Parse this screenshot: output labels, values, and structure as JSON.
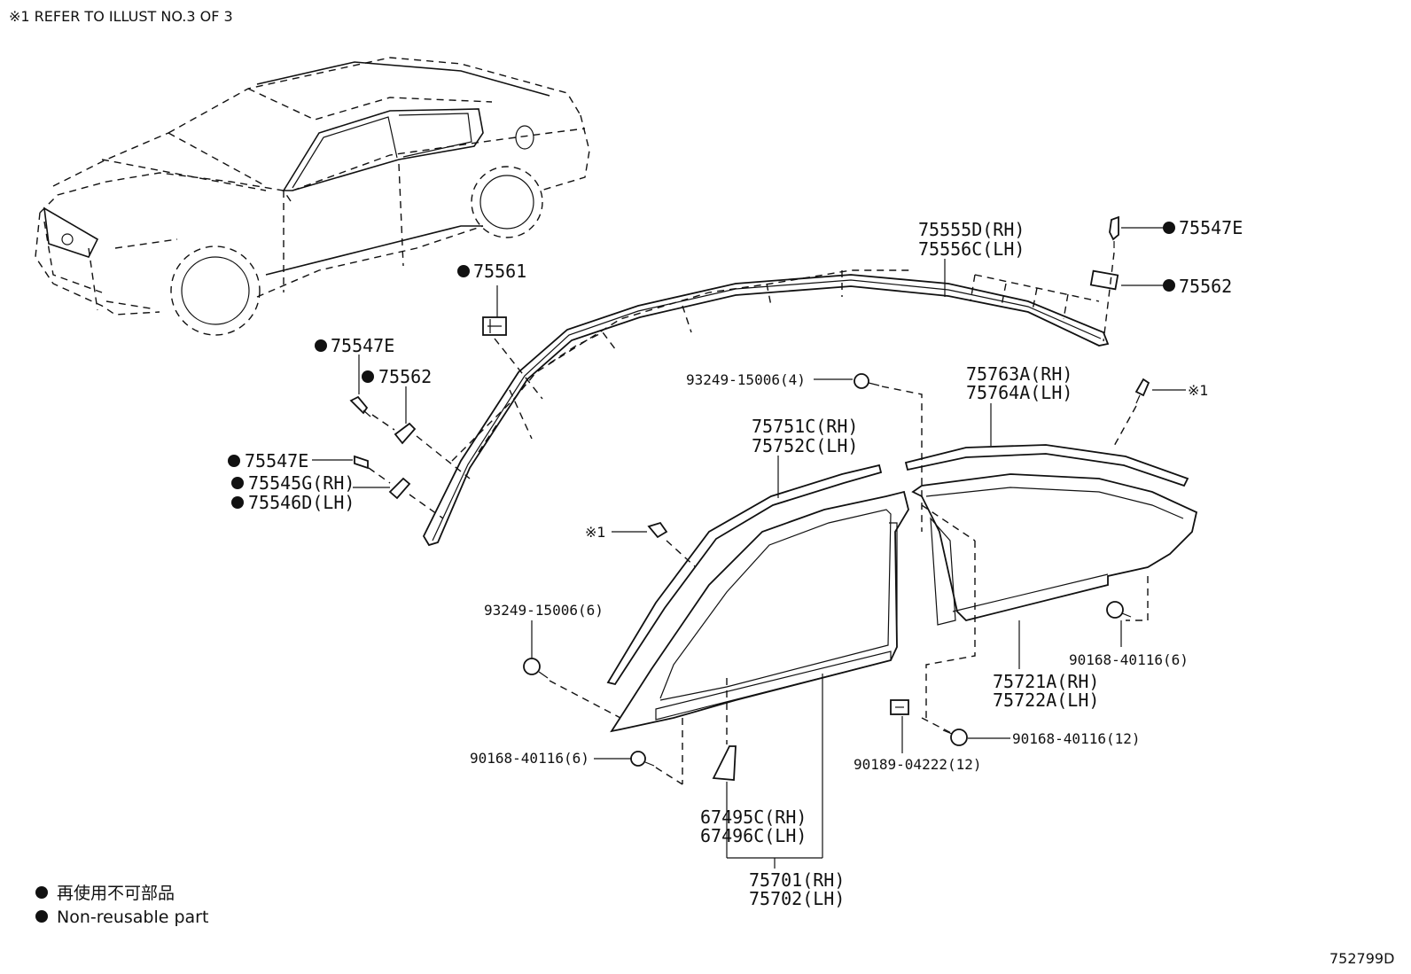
{
  "header_note": "※1 REFER TO ILLUST NO.3 OF 3",
  "diagram_id": "752799D",
  "legend": {
    "line1": "再使用不可部品",
    "line2": "Non-reusable part"
  },
  "labels": {
    "p75561": "75561",
    "p75547E_top": "75547E",
    "p75562_top": "75562",
    "p75555D": "75555D(RH)",
    "p75556C": "75556C(LH)",
    "p75547E_l1": "75547E",
    "p75562_l": "75562",
    "p75547E_l2": "75547E",
    "p75545G": "75545G(RH)",
    "p75546D": "75546D(LH)",
    "p93249_4": "93249-15006(4)",
    "p75763A": "75763A(RH)",
    "p75764A": "75764A(LH)",
    "ref1_right": "※1",
    "p75751C": "75751C(RH)",
    "p75752C": "75752C(LH)",
    "ref1_left": "※1",
    "p93249_6": "93249-15006(6)",
    "p90168_6a": "90168-40116(6)",
    "p90168_6b": "90168-40116(6)",
    "p75721A": "75721A(RH)",
    "p75722A": "75722A(LH)",
    "p90168_12": "90168-40116(12)",
    "p90189_12": "90189-04222(12)",
    "p67495C": "67495C(RH)",
    "p67496C": "67496C(LH)",
    "p75701": "75701(RH)",
    "p75702": "75702(LH)"
  }
}
